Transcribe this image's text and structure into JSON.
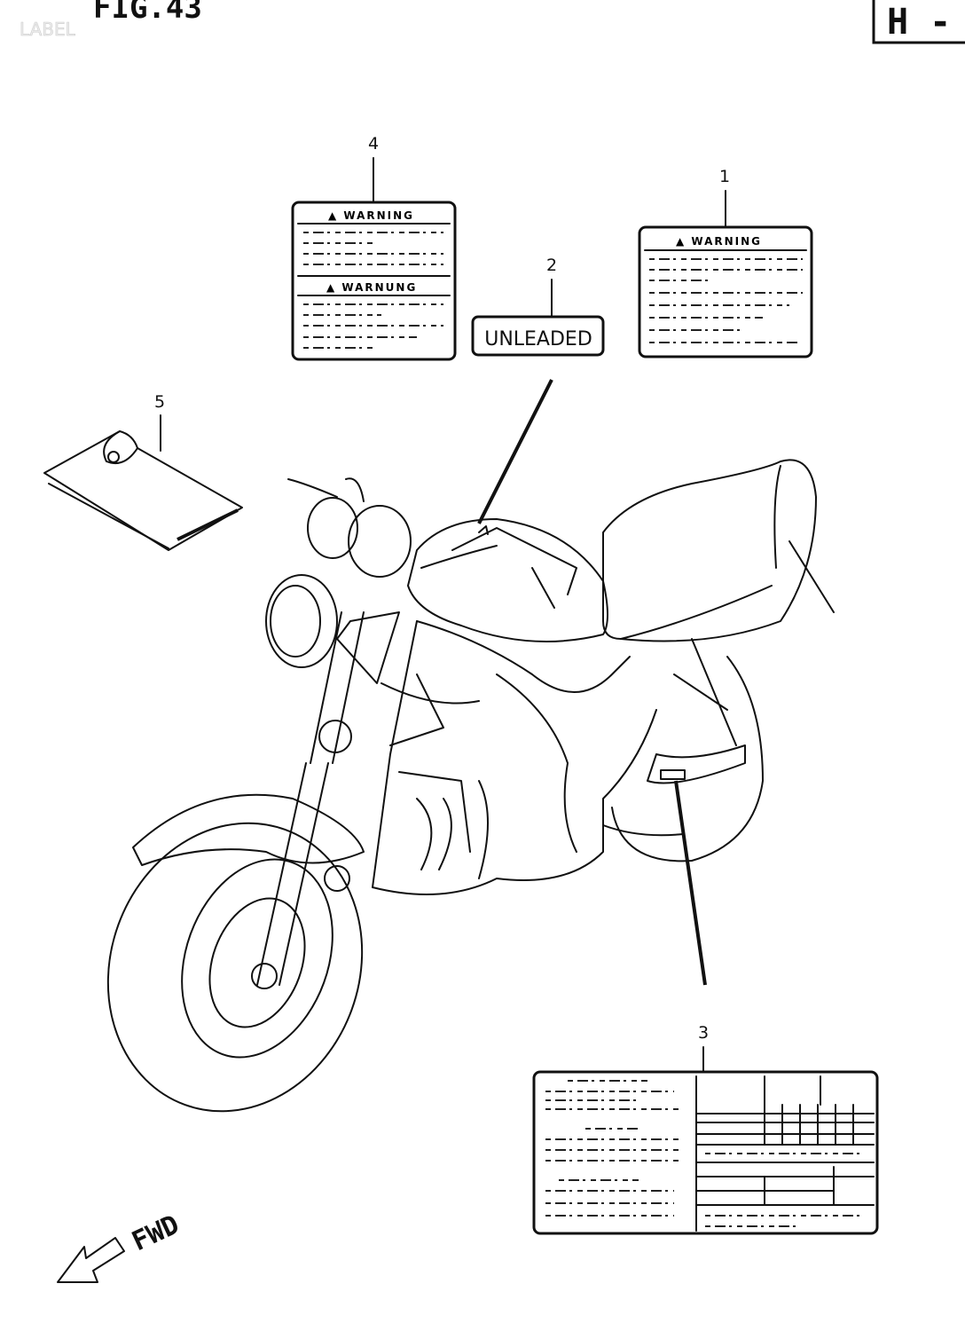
{
  "header": {
    "figure": "FIG.43",
    "section": "LABEL",
    "page_tab": "H -"
  },
  "labels": [
    {
      "ref": "1",
      "warning": "WARNING"
    },
    {
      "ref": "2",
      "text": "UNLEADED"
    },
    {
      "ref": "3"
    },
    {
      "ref": "4",
      "warning": "WARNING",
      "warning_de": "WARNUNG"
    },
    {
      "ref": "5"
    }
  ],
  "direction": "FWD"
}
